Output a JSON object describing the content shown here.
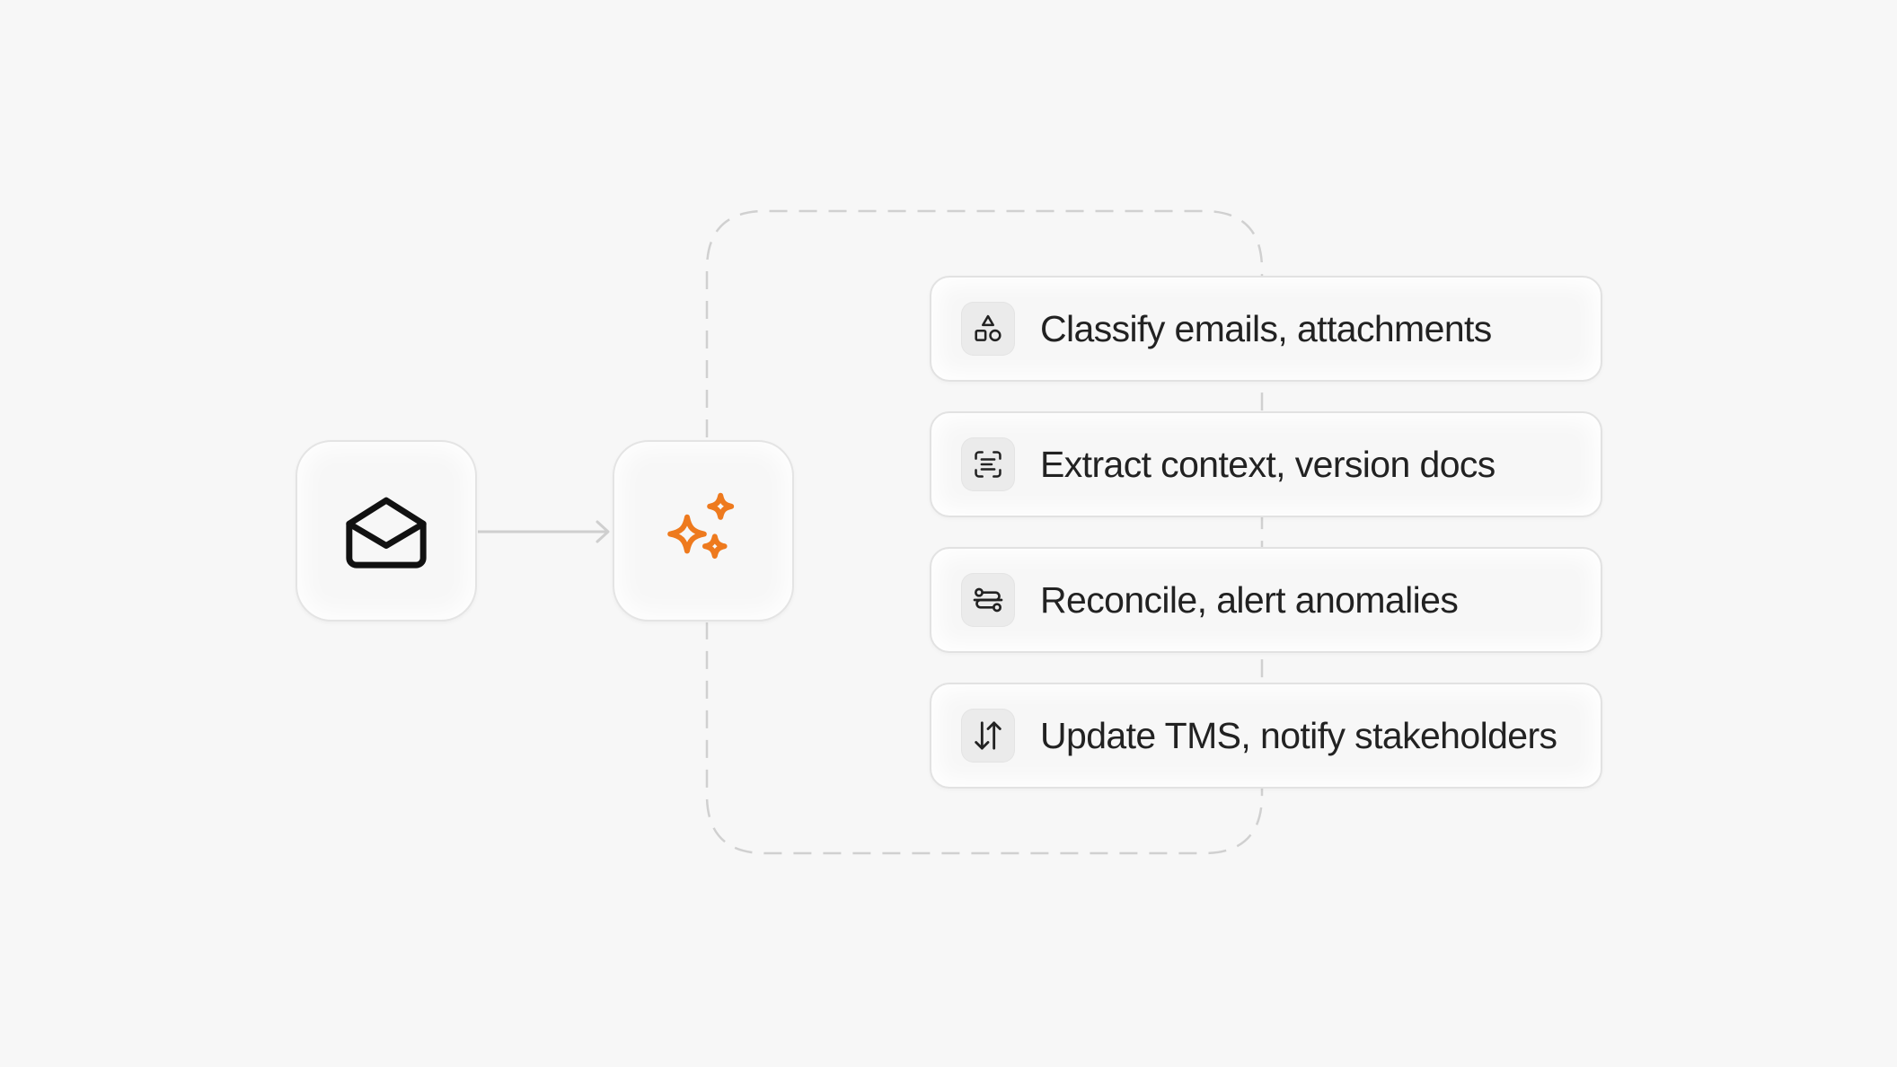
{
  "diagram": {
    "source": {
      "icon": "envelope-open-icon"
    },
    "processor": {
      "icon": "sparkles-icon",
      "accent_color": "#ee7a1e"
    },
    "steps": [
      {
        "icon": "shapes-icon",
        "label": "Classify emails, attachments"
      },
      {
        "icon": "scan-text-icon",
        "label": "Extract context, version docs"
      },
      {
        "icon": "route-icon",
        "label": "Reconcile, alert anomalies"
      },
      {
        "icon": "arrows-up-down-icon",
        "label": "Update TMS, notify stakeholders"
      }
    ]
  },
  "colors": {
    "background": "#f7f7f7",
    "text": "#222222",
    "connector": "#cfcfcf",
    "accent": "#ee7a1e"
  }
}
